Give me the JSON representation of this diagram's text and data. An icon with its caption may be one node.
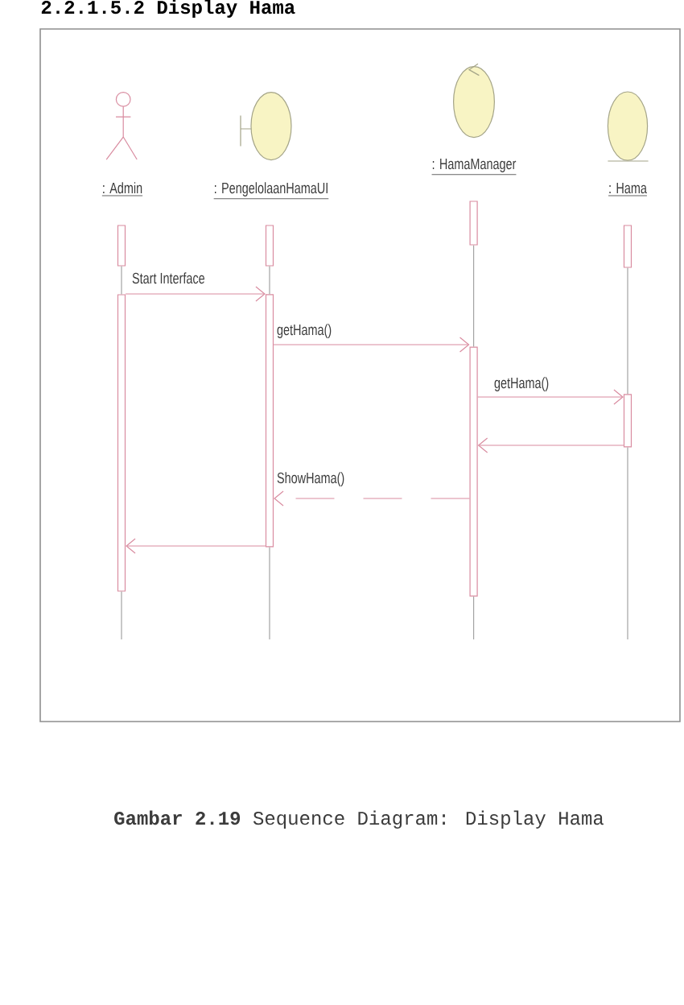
{
  "diagram": {
    "title": "2.2.1.5.2 Display Hama",
    "nodes": [
      {
        "text": [
          ": Admin"
        ]
      },
      {
        "text": [
          ": PengelolaanHamaUI"
        ]
      },
      {
        "text": [
          ": HamaManager"
        ]
      },
      {
        "text": [
          ": Hama"
        ]
      },
      {
        "text": [],
        "shape": "bar"
      },
      {
        "text": [],
        "shape": "bar"
      },
      {
        "text": [],
        "shape": "bar"
      },
      {
        "text": [],
        "shape": "bar"
      },
      {
        "text": [],
        "shape": "bar"
      },
      {
        "text": [],
        "shape": "bar"
      },
      {
        "text": [],
        "shape": "bar"
      },
      {
        "text": [],
        "shape": "bar"
      }
    ],
    "edges": [
      {
        "from": 5,
        "to": 7,
        "arrow": "to",
        "label": "Start Interface",
        "color": "#d98ca0"
      },
      {
        "from": 7,
        "to": 9,
        "arrow": "to",
        "label": "getHama()",
        "color": "#d98ca0"
      },
      {
        "from": 9,
        "to": 11,
        "arrow": "to",
        "label": "getHama()",
        "color": "#d98ca0"
      },
      {
        "from": 11,
        "to": 9,
        "arrow": "to",
        "color": "#d98ca0"
      },
      {
        "from": 9,
        "to": 7,
        "arrow": "to",
        "label": "ShowHama()",
        "style": "dashed",
        "color": "#d98ca0"
      },
      {
        "from": 7,
        "to": 5,
        "arrow": "to",
        "color": "#d98ca0"
      },
      {
        "from": 4,
        "to": 5,
        "arrow": "none"
      },
      {
        "from": 6,
        "to": 7,
        "arrow": "none"
      },
      {
        "from": 8,
        "to": 9,
        "arrow": "none"
      },
      {
        "from": 10,
        "to": 11,
        "arrow": "none"
      },
      {
        "from": 5,
        "to": null,
        "arrow": "none"
      },
      {
        "from": 7,
        "to": null,
        "arrow": "none"
      },
      {
        "from": 9,
        "to": null,
        "arrow": "none"
      },
      {
        "from": 11,
        "to": null,
        "arrow": "none"
      }
    ],
    "caption": "**Gambar 2.19** Sequence Diagram: Display Hama"
  }
}
